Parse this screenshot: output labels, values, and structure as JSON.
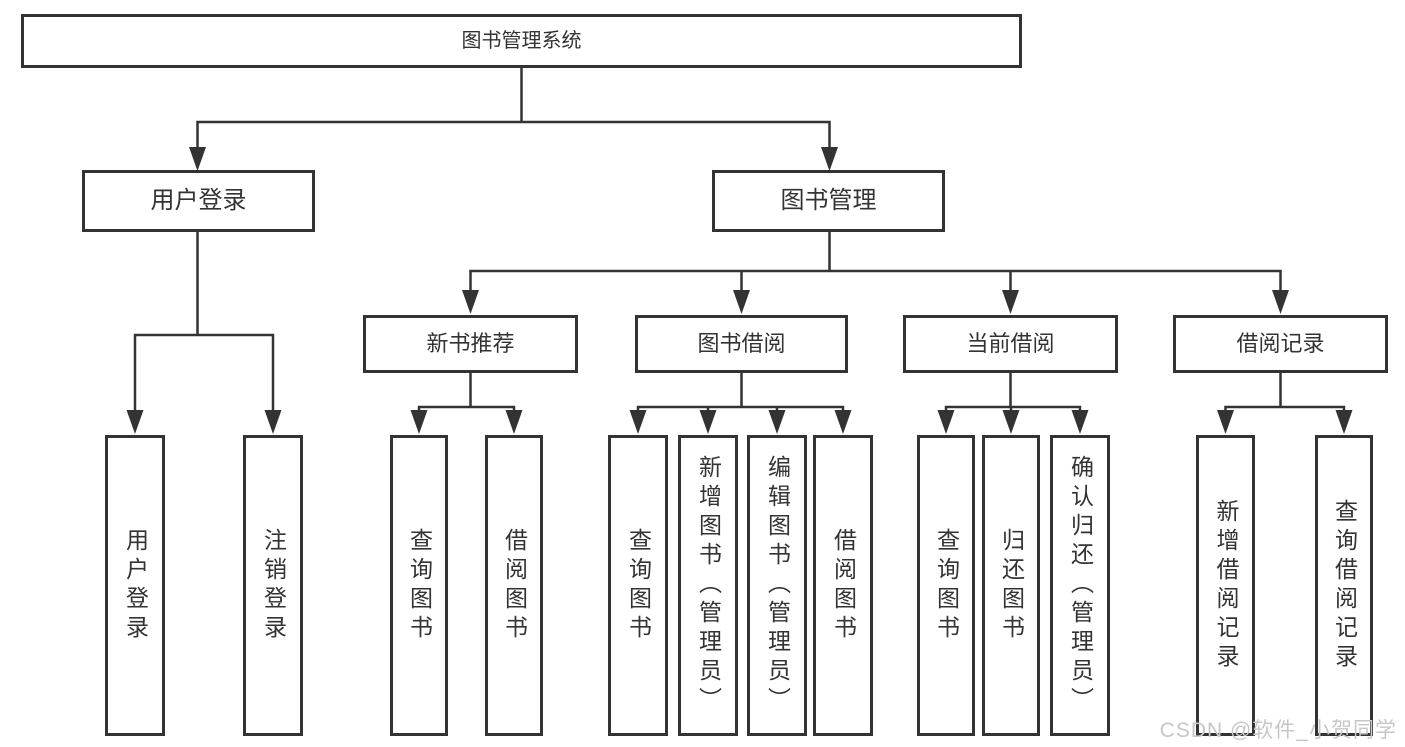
{
  "diagram_title": "图书管理系统",
  "colors": {
    "line": "#333333",
    "box_border": "#333333",
    "text": "#333333",
    "background": "#ffffff",
    "watermark": "#c7c7c7"
  },
  "tree": {
    "root": {
      "label": "图书管理系统"
    },
    "branches": [
      {
        "label": "用户登录",
        "children": [
          {
            "label": "用户登录"
          },
          {
            "label": "注销登录"
          }
        ]
      },
      {
        "label": "图书管理",
        "children": [
          {
            "label": "新书推荐",
            "children": [
              {
                "label": "查询图书"
              },
              {
                "label": "借阅图书"
              }
            ]
          },
          {
            "label": "图书借阅",
            "children": [
              {
                "label": "查询图书"
              },
              {
                "label": "新增图书（管理员）"
              },
              {
                "label": "编辑图书（管理员）"
              },
              {
                "label": "借阅图书"
              }
            ]
          },
          {
            "label": "当前借阅",
            "children": [
              {
                "label": "查询图书"
              },
              {
                "label": "归还图书"
              },
              {
                "label": "确认归还（管理员）"
              }
            ]
          },
          {
            "label": "借阅记录",
            "children": [
              {
                "label": "新增借阅记录"
              },
              {
                "label": "查询借阅记录"
              }
            ]
          }
        ]
      }
    ]
  },
  "watermark": {
    "text": "CSDN @软件_小贺同学"
  }
}
